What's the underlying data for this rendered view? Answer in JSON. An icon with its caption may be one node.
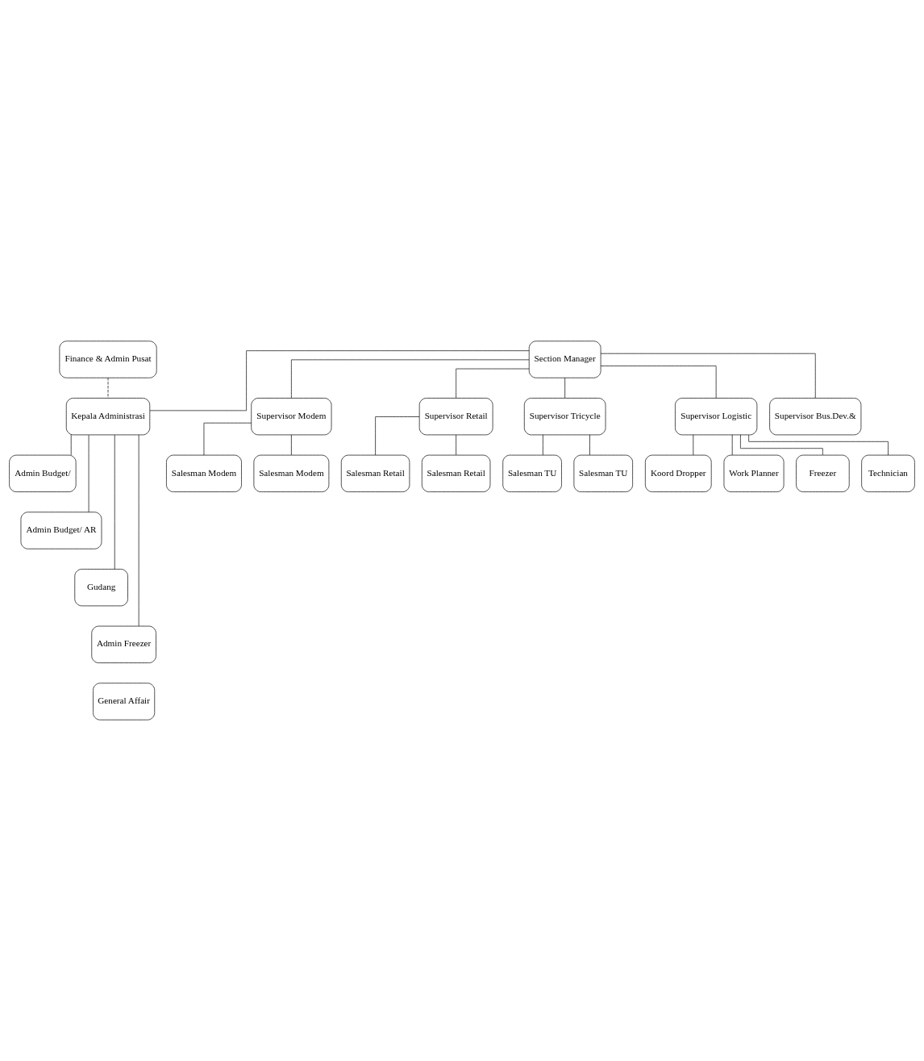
{
  "diagram": {
    "nodes": [
      {
        "text": [
          "Finance & Admin Pusat"
        ]
      },
      {
        "text": [
          "Section Manager"
        ]
      },
      {
        "text": [
          "Kepala Administrasi"
        ]
      },
      {
        "text": [
          "Admin Budget/"
        ]
      },
      {
        "text": [
          "Admin Budget/ AR"
        ]
      },
      {
        "text": [
          "Gudang"
        ]
      },
      {
        "text": [
          "Admin Freezer"
        ]
      },
      {
        "text": [
          "General Affair"
        ]
      },
      {
        "text": [
          "Supervisor Modem"
        ]
      },
      {
        "text": [
          "Supervisor Retail"
        ]
      },
      {
        "text": [
          "Supervisor Tricycle"
        ]
      },
      {
        "text": [
          "Supervisor Logistic"
        ]
      },
      {
        "text": [
          "Supervisor Bus.Dev.&"
        ]
      },
      {
        "text": [
          "Salesman Modem"
        ]
      },
      {
        "text": [
          "Salesman Modem"
        ]
      },
      {
        "text": [
          "Salesman Retail"
        ]
      },
      {
        "text": [
          "Salesman Retail"
        ]
      },
      {
        "text": [
          "Salesman TU"
        ]
      },
      {
        "text": [
          "Salesman TU"
        ]
      },
      {
        "text": [
          "Koord Dropper"
        ]
      },
      {
        "text": [
          "Work Planner"
        ]
      },
      {
        "text": [
          "Freezer"
        ]
      },
      {
        "text": [
          "Technician"
        ]
      }
    ],
    "edges": [
      {
        "from": 0,
        "to": 2,
        "arrow": "none",
        "style": "dashed"
      },
      {
        "from": 1,
        "to": 2,
        "arrow": "none"
      },
      {
        "from": 1,
        "to": 8,
        "arrow": "none"
      },
      {
        "from": 1,
        "to": 9,
        "arrow": "none"
      },
      {
        "from": 1,
        "to": 10,
        "arrow": "none"
      },
      {
        "from": 1,
        "to": 11,
        "arrow": "none"
      },
      {
        "from": 1,
        "to": 12,
        "arrow": "none"
      },
      {
        "from": 2,
        "to": 3,
        "arrow": "none"
      },
      {
        "from": 2,
        "to": 4,
        "arrow": "none"
      },
      {
        "from": 2,
        "to": 5,
        "arrow": "none"
      },
      {
        "from": 2,
        "to": 6,
        "arrow": "none"
      },
      {
        "from": 8,
        "to": 13,
        "arrow": "none"
      },
      {
        "from": 8,
        "to": 14,
        "arrow": "none"
      },
      {
        "from": 9,
        "to": 15,
        "arrow": "none"
      },
      {
        "from": 9,
        "to": 16,
        "arrow": "none"
      },
      {
        "from": 10,
        "to": 17,
        "arrow": "none"
      },
      {
        "from": 10,
        "to": 18,
        "arrow": "none"
      },
      {
        "from": 11,
        "to": 19,
        "arrow": "none"
      },
      {
        "from": 11,
        "to": 20,
        "arrow": "none"
      },
      {
        "from": 11,
        "to": 21,
        "arrow": "none"
      },
      {
        "from": 11,
        "to": 22,
        "arrow": "none"
      }
    ]
  }
}
